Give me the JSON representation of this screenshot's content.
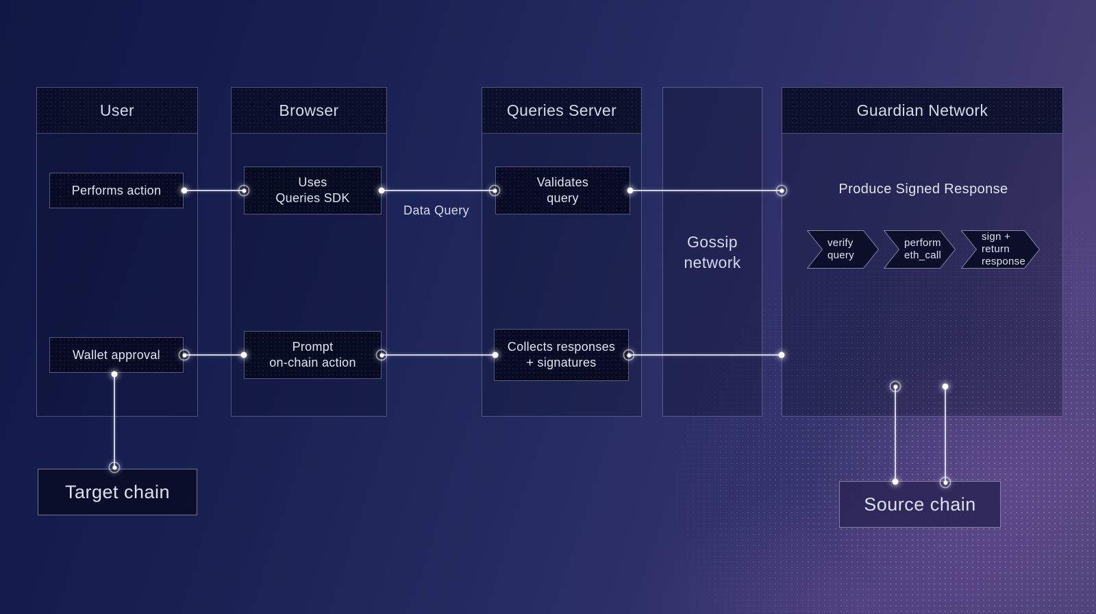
{
  "diagram": {
    "columns": {
      "user": "User",
      "browser": "Browser",
      "queries_server": "Queries Server",
      "guardian": "Guardian Network"
    },
    "gossip": {
      "line1": "Gossip",
      "line2": "network"
    },
    "nodes": {
      "performs_action": "Performs action",
      "uses_sdk_line1": "Uses",
      "uses_sdk_line2": "Queries SDK",
      "validates_line1": "Validates",
      "validates_line2": "query",
      "wallet_approval": "Wallet approval",
      "prompt_line1": "Prompt",
      "prompt_line2": "on-chain action",
      "collects_line1": "Collects responses",
      "collects_line2": "+ signatures"
    },
    "labels": {
      "data_query": "Data Query",
      "produce_signed_response": "Produce Signed Response"
    },
    "chevrons": [
      {
        "lines": [
          "verify",
          "query"
        ]
      },
      {
        "lines": [
          "perform",
          "eth_call"
        ]
      },
      {
        "lines": [
          "sign +",
          "return",
          "response"
        ]
      }
    ],
    "chains": {
      "target": "Target chain",
      "source": "Source chain"
    },
    "colors": {
      "background_start": "#101743",
      "background_end": "#4e4379",
      "panel_border": "#9296c0",
      "node_fill": "#070a1f",
      "connector": "#ffffff"
    }
  }
}
